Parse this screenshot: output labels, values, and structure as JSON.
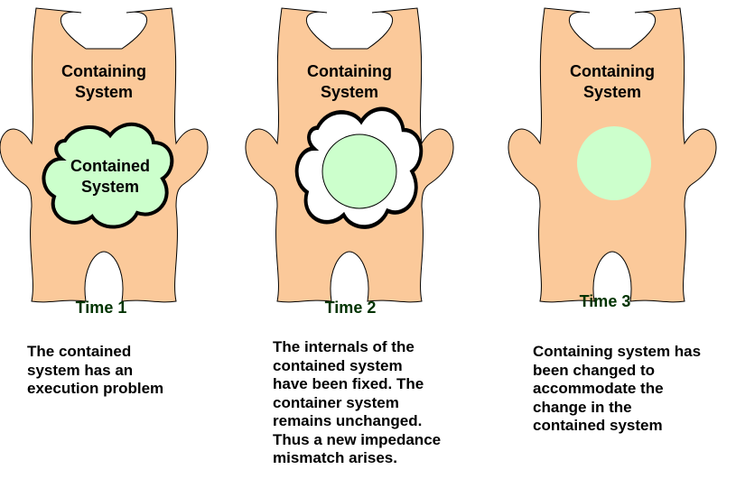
{
  "panels": [
    {
      "container_label": [
        "Containing",
        "System"
      ],
      "contained_label": [
        "Contained",
        "System"
      ],
      "time_label": "Time 1",
      "description": [
        "The contained",
        "system has an",
        "execution problem"
      ]
    },
    {
      "container_label": [
        "Containing",
        "System"
      ],
      "time_label": "Time 2",
      "description": [
        "The internals of the",
        "contained system",
        "have been fixed. The",
        "container system",
        "remains unchanged.",
        "Thus a new impedance",
        "mismatch arises."
      ]
    },
    {
      "container_label": [
        "Containing",
        "System"
      ],
      "time_label": "Time 3",
      "description": [
        "Containing system has",
        "been changed to",
        "accommodate the",
        "change in the",
        "contained system"
      ]
    }
  ],
  "colors": {
    "container_fill": "#fbc99a",
    "contained_fill": "#ccffcc",
    "outline": "#000000",
    "time_label": "#003300",
    "gap_fill": "#ffffff"
  }
}
